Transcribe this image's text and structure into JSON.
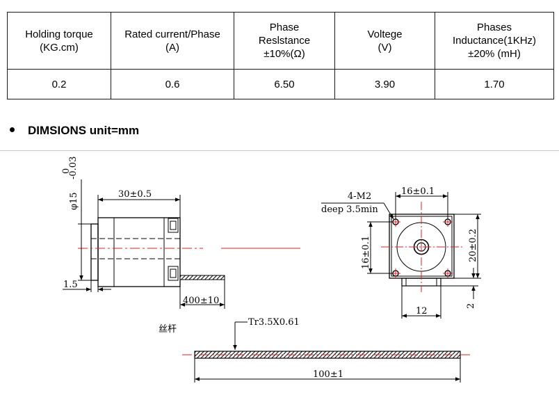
{
  "spec_table": {
    "headers": [
      [
        "Holding torque",
        "(KG.cm)"
      ],
      [
        "Rated current/Phase",
        "(A)"
      ],
      [
        "Phase",
        "Reslstance",
        "±10%(Ω)"
      ],
      [
        "Voltege",
        "(V)"
      ],
      [
        "Phases",
        "Inductance(1KHz)",
        "±20% (mH)"
      ]
    ],
    "values": [
      "0.2",
      "0.6",
      "6.50",
      "3.90",
      "1.70"
    ]
  },
  "section": {
    "title": "DIMSIONS  unit=mm"
  },
  "drawing": {
    "side_view": {
      "diameter_symbol": "φ15",
      "diameter_tol_upper": "0",
      "diameter_tol_lower": "-0.03",
      "body_length": "30±0.5",
      "flange": "1.5",
      "lead_length": "400±10"
    },
    "front_view": {
      "holes_label": "4-M2",
      "holes_depth": "deep 3.5min",
      "hole_spacing_h": "16±0.1",
      "hole_spacing_v": "16±0.1",
      "body_size": "20±0.2",
      "connector_width": "12",
      "connector_height": "2"
    },
    "screw": {
      "name_cn": "丝杆",
      "thread": "Tr3.5X0.61",
      "length": "100±1"
    }
  }
}
